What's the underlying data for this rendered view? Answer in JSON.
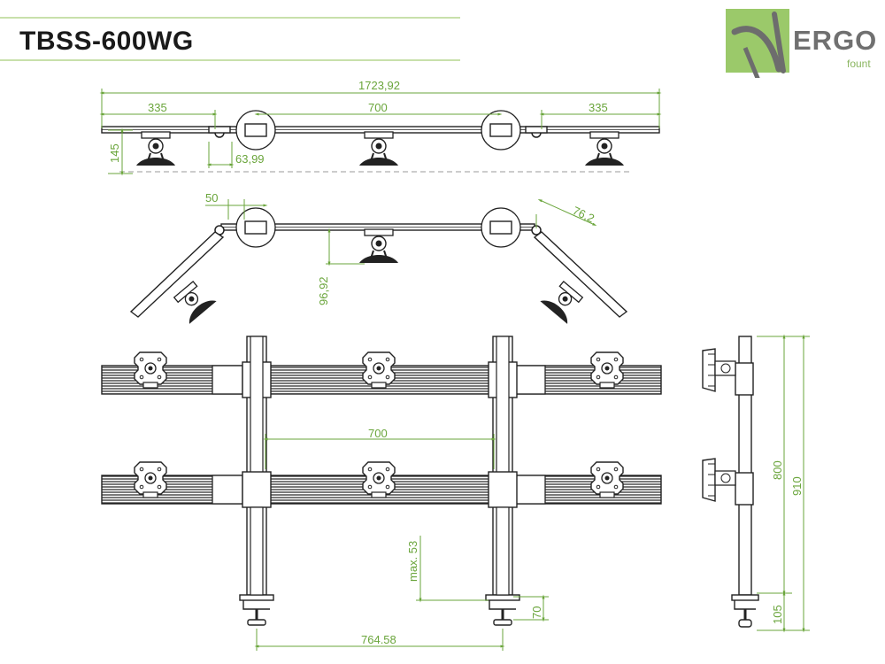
{
  "header": {
    "title": "TBSS-600WG"
  },
  "logo": {
    "brand": "ERGO",
    "sub": "fount",
    "accent_color": "#9bc96a"
  },
  "colors": {
    "dimension": "#6aa53b",
    "line": "#222222",
    "brand_green": "#9bc96a"
  },
  "dimensions": {
    "top_total": "1723,92",
    "top_left": "335",
    "top_middle": "700",
    "top_right": "335",
    "top_height": "145",
    "top_offset": "63,99",
    "angled_left": "50",
    "angled_right": "76,2",
    "angled_depth": "96,92",
    "front_spacing": "700",
    "front_base": "764.58",
    "front_max": "max. 53",
    "front_clamp": "70",
    "side_upper": "800",
    "side_total": "910",
    "side_lower": "105"
  }
}
